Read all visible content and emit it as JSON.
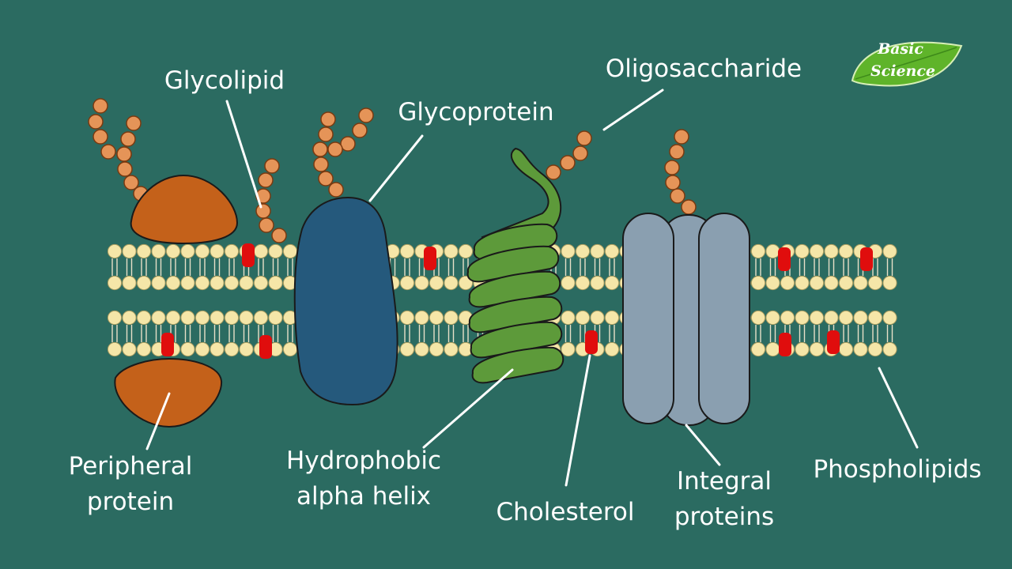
{
  "labels": {
    "glycolipid": "Glycolipid",
    "glycoprotein": "Glycoprotein",
    "oligosaccharide": "Oligosaccharide",
    "peripheral_1": "Peripheral",
    "peripheral_2": "protein",
    "hydrophobic_1": "Hydrophobic",
    "hydrophobic_2": "alpha helix",
    "cholesterol": "Cholesterol",
    "integral_1": "Integral",
    "integral_2": "proteins",
    "phospholipids": "Phospholipids"
  },
  "logo": {
    "line1": "Basic",
    "line2": "Science"
  },
  "colors": {
    "background": "#2b6b61",
    "phospholipid_head": "#f5e6a8",
    "cholesterol": "#e00d0d",
    "peripheral_protein": "#c4611a",
    "glycoprotein": "#25597c",
    "alpha_helix": "#5d9a3a",
    "integral_protein": "#8a9fb0",
    "sugar_bead": "#e59458",
    "logo_leaf": "#5fb42a"
  }
}
